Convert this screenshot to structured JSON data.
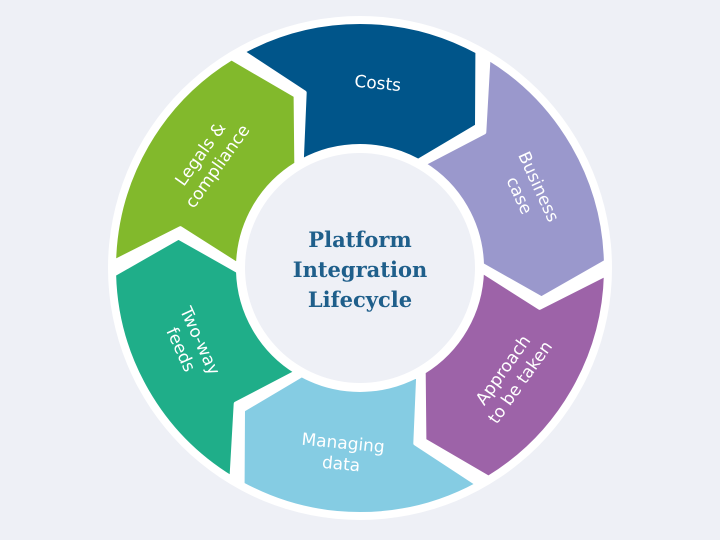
{
  "diagram": {
    "title_lines": [
      "Platform",
      "Integration",
      "Lifecycle"
    ],
    "segments": [
      {
        "name": "segment-costs",
        "lines": [
          "Costs"
        ],
        "color": "#00558a"
      },
      {
        "name": "segment-business-case",
        "lines": [
          "Business",
          "case"
        ],
        "color": "#9a98cc"
      },
      {
        "name": "segment-approach",
        "lines": [
          "Approach",
          "to be taken"
        ],
        "color": "#9d63a8"
      },
      {
        "name": "segment-managing-data",
        "lines": [
          "Managing",
          "data"
        ],
        "color": "#85cce3"
      },
      {
        "name": "segment-two-way-feeds",
        "lines": [
          "Two-way",
          "feeds"
        ],
        "color": "#1fae89"
      },
      {
        "name": "segment-legals",
        "lines": [
          "Legals &",
          "compliance"
        ],
        "color": "#82b92c"
      }
    ],
    "colors": {
      "background": "#eef0f6",
      "ring_outline": "#ffffff",
      "center_fill": "#eef0f6",
      "title_color": "#1f5f8b"
    }
  }
}
